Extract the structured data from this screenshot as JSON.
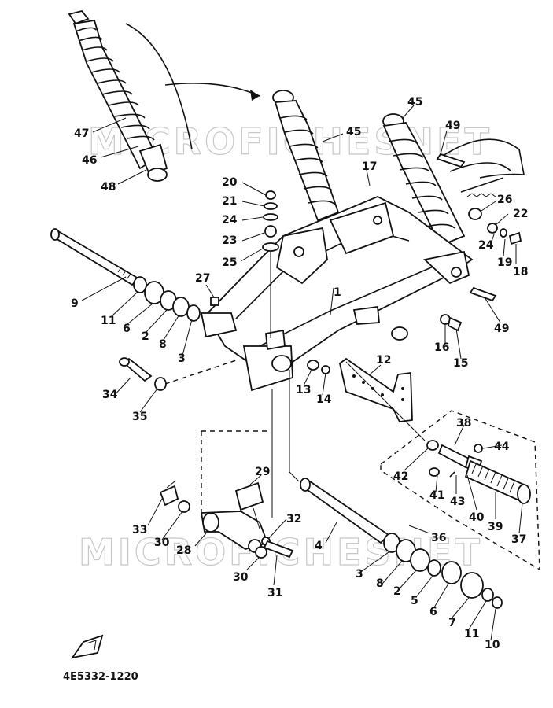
{
  "diagram": {
    "code": "4E5332-1220",
    "watermark": "MICROFICHESNET",
    "labels": [
      {
        "id": "47",
        "text": "47"
      },
      {
        "id": "46",
        "text": "46"
      },
      {
        "id": "48",
        "text": "48"
      },
      {
        "id": "45a",
        "text": "45"
      },
      {
        "id": "45b",
        "text": "45"
      },
      {
        "id": "49a",
        "text": "49"
      },
      {
        "id": "17",
        "text": "17"
      },
      {
        "id": "20",
        "text": "20"
      },
      {
        "id": "21",
        "text": "21"
      },
      {
        "id": "24a",
        "text": "24"
      },
      {
        "id": "23",
        "text": "23"
      },
      {
        "id": "25",
        "text": "25"
      },
      {
        "id": "26",
        "text": "26"
      },
      {
        "id": "22",
        "text": "22"
      },
      {
        "id": "24b",
        "text": "24"
      },
      {
        "id": "19",
        "text": "19"
      },
      {
        "id": "18",
        "text": "18"
      },
      {
        "id": "9",
        "text": "9"
      },
      {
        "id": "27",
        "text": "27"
      },
      {
        "id": "1",
        "text": "1"
      },
      {
        "id": "49b",
        "text": "49"
      },
      {
        "id": "11a",
        "text": "11"
      },
      {
        "id": "6a",
        "text": "6"
      },
      {
        "id": "2a",
        "text": "2"
      },
      {
        "id": "8a",
        "text": "8"
      },
      {
        "id": "3a",
        "text": "3"
      },
      {
        "id": "16",
        "text": "16"
      },
      {
        "id": "15",
        "text": "15"
      },
      {
        "id": "34",
        "text": "34"
      },
      {
        "id": "35",
        "text": "35"
      },
      {
        "id": "13",
        "text": "13"
      },
      {
        "id": "14",
        "text": "14"
      },
      {
        "id": "12",
        "text": "12"
      },
      {
        "id": "38",
        "text": "38"
      },
      {
        "id": "44",
        "text": "44"
      },
      {
        "id": "42",
        "text": "42"
      },
      {
        "id": "29",
        "text": "29"
      },
      {
        "id": "41",
        "text": "41"
      },
      {
        "id": "43",
        "text": "43"
      },
      {
        "id": "40",
        "text": "40"
      },
      {
        "id": "39",
        "text": "39"
      },
      {
        "id": "37",
        "text": "37"
      },
      {
        "id": "33",
        "text": "33"
      },
      {
        "id": "32",
        "text": "32"
      },
      {
        "id": "36",
        "text": "36"
      },
      {
        "id": "30a",
        "text": "30"
      },
      {
        "id": "28",
        "text": "28"
      },
      {
        "id": "4",
        "text": "4"
      },
      {
        "id": "30b",
        "text": "30"
      },
      {
        "id": "31",
        "text": "31"
      },
      {
        "id": "3b",
        "text": "3"
      },
      {
        "id": "8b",
        "text": "8"
      },
      {
        "id": "2b",
        "text": "2"
      },
      {
        "id": "5",
        "text": "5"
      },
      {
        "id": "6b",
        "text": "6"
      },
      {
        "id": "7",
        "text": "7"
      },
      {
        "id": "11b",
        "text": "11"
      },
      {
        "id": "10",
        "text": "10"
      }
    ]
  }
}
